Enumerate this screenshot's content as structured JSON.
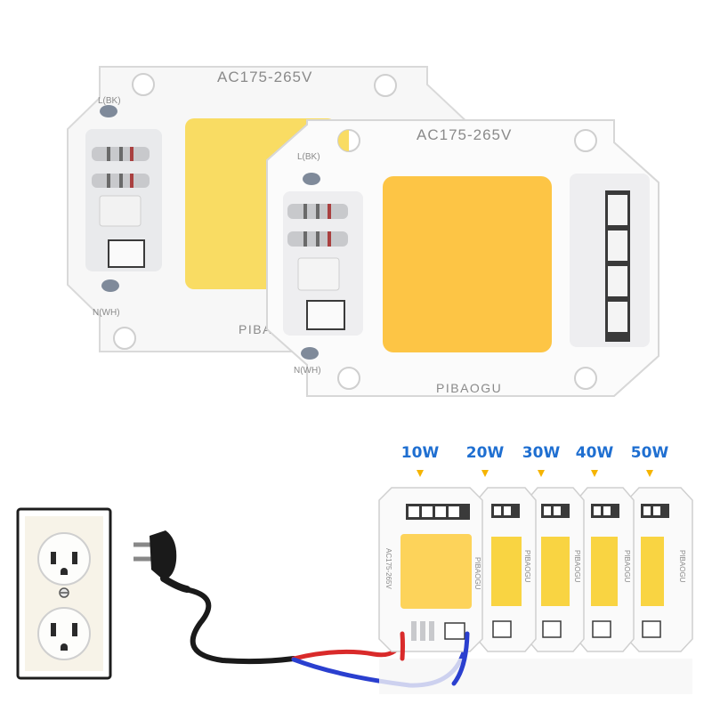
{
  "product": {
    "boards": [
      {
        "voltage": "AC175-265V",
        "brand": "PIBA",
        "live_label": "L(BK)",
        "neutral_label": "N(WH)",
        "chip_color": "#f9dc63"
      },
      {
        "voltage": "AC175-265V",
        "brand": "PIBAOGU",
        "live_label": "L(BK)",
        "neutral_label": "N(WH)",
        "chip_color": "#fdc545"
      }
    ],
    "wattages": [
      "10W",
      "20W",
      "30W",
      "40W",
      "50W"
    ],
    "mini_board_voltage": "AC175-265V",
    "mini_board_brand": "PIBAOGU",
    "colors": {
      "accent_blue": "#1f6fd1",
      "marker_yellow": "#f5b400",
      "live_wire": "#d92a2a",
      "neutral_wire": "#2a3fcf",
      "plug_cable": "#1a1a1a"
    }
  }
}
